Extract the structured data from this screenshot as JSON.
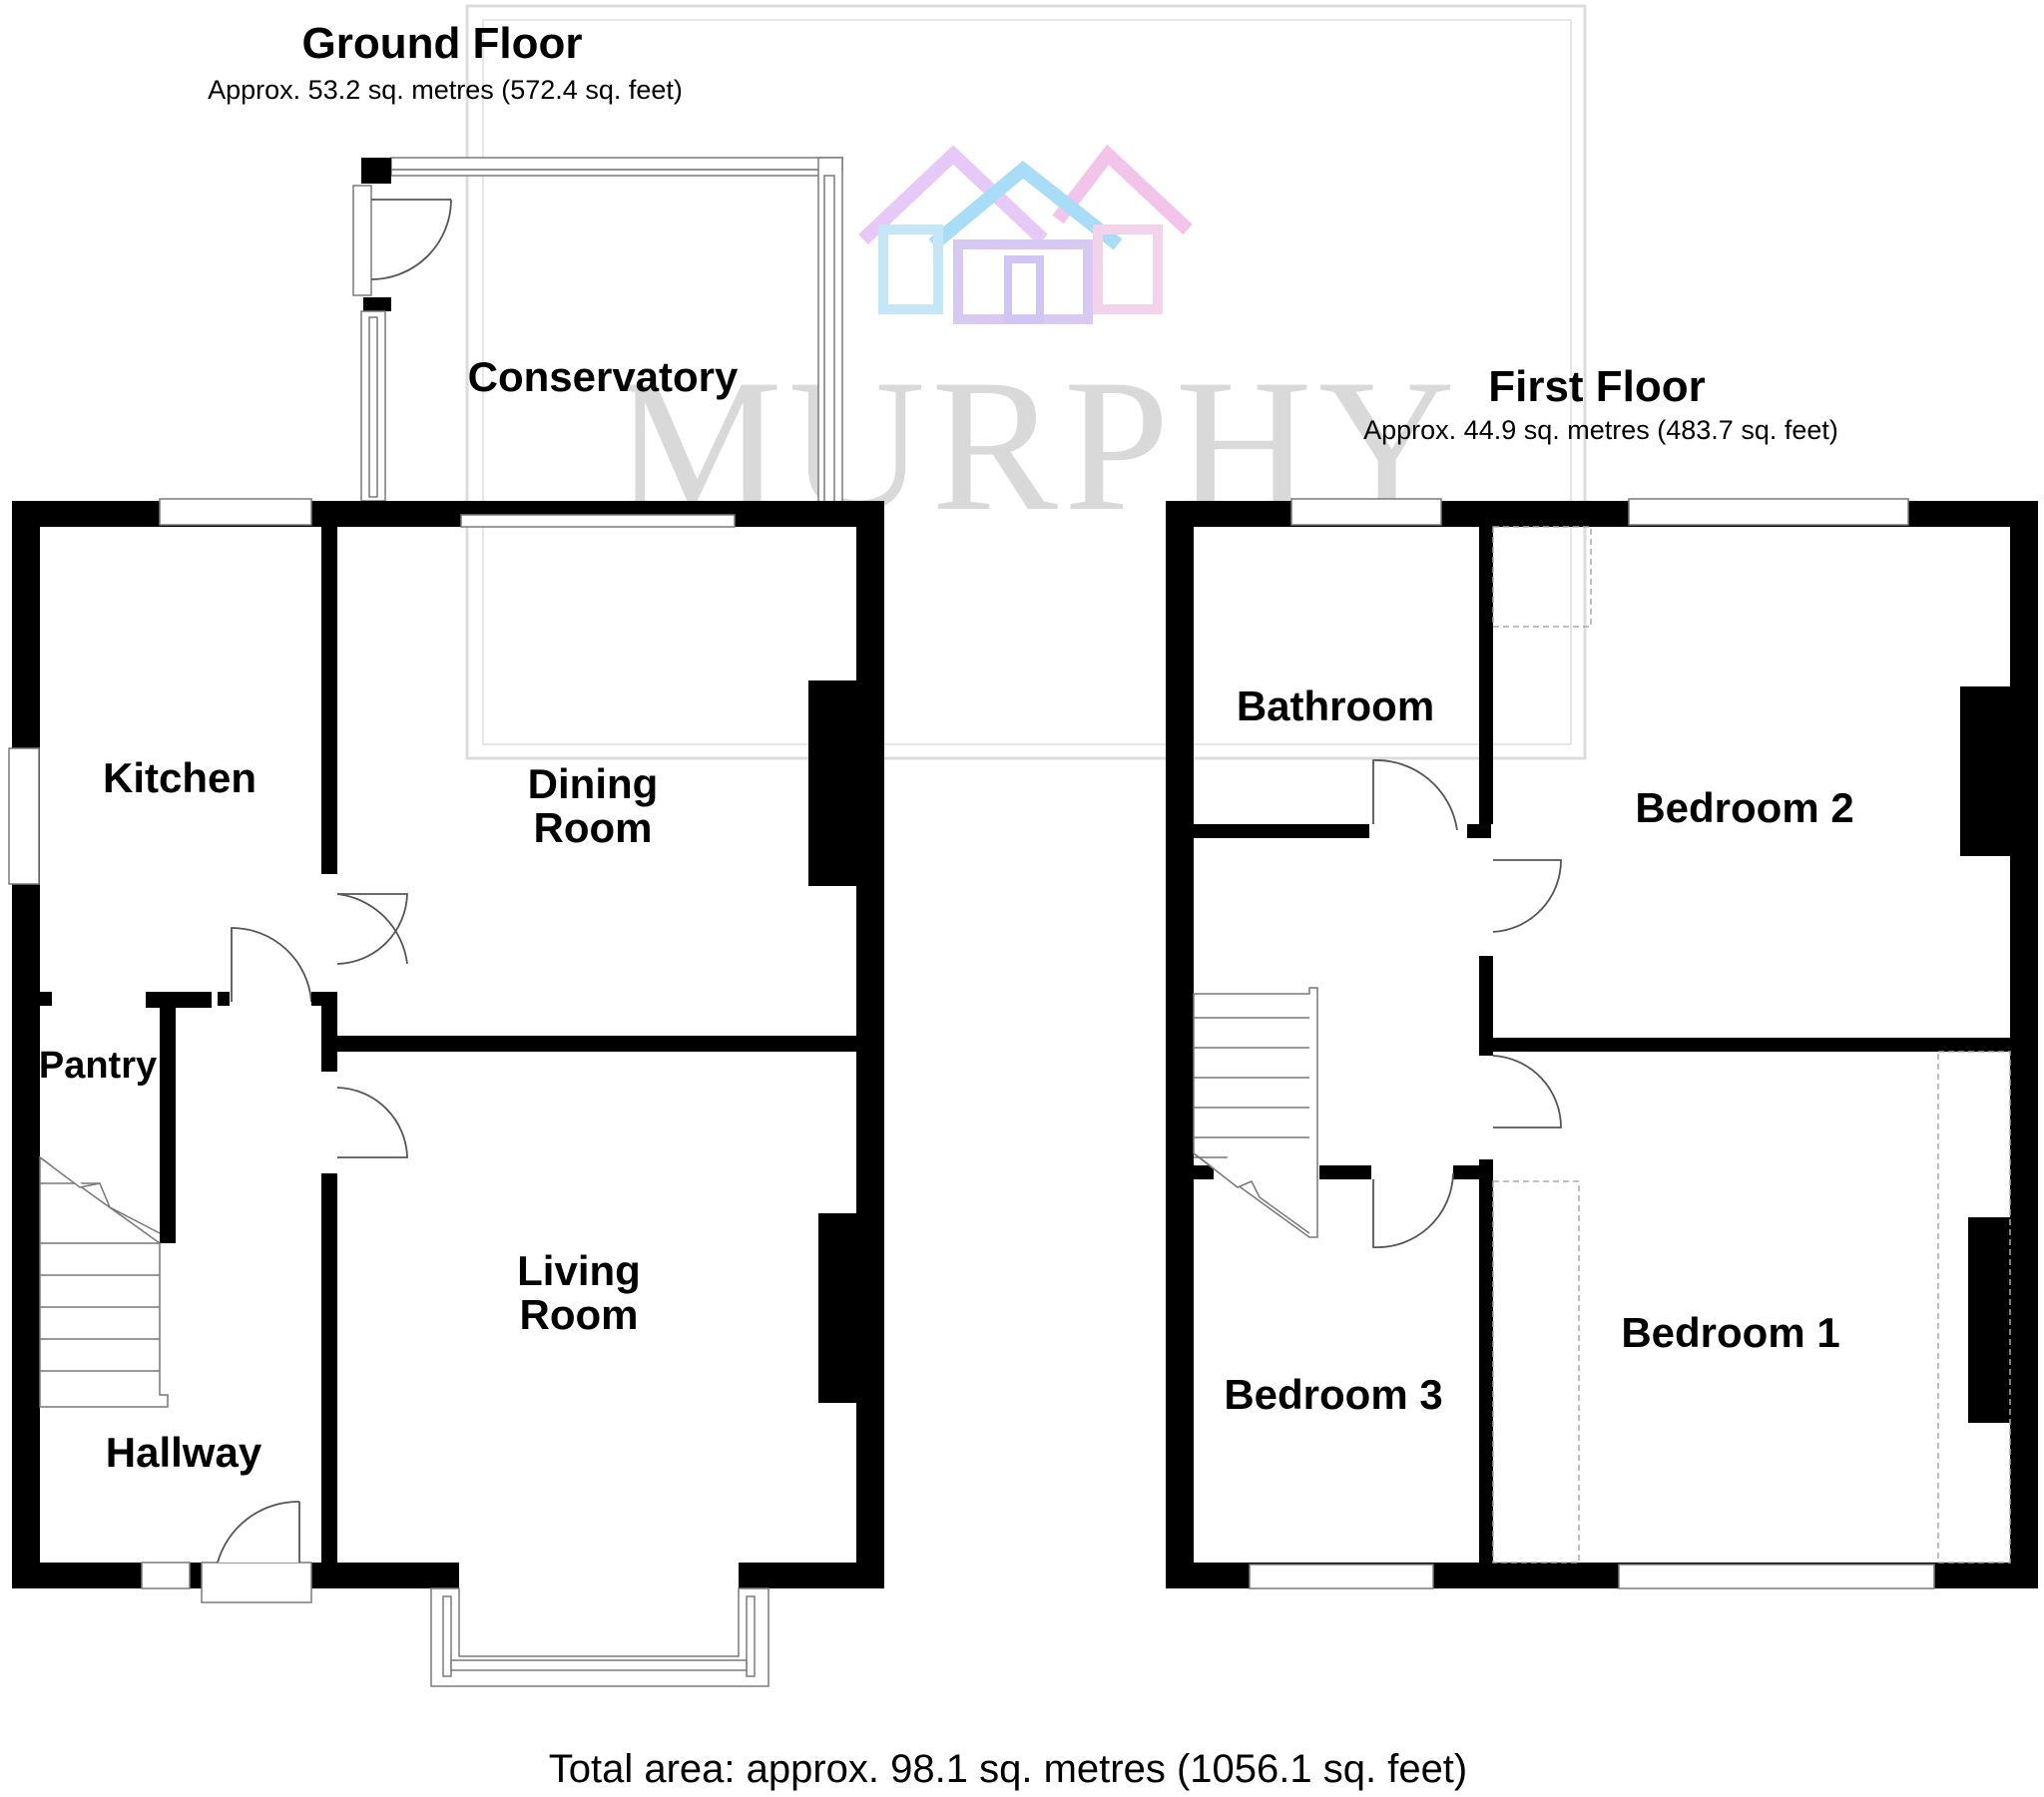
{
  "watermark": {
    "brand_text": "MURPHY",
    "logo_icon": "three-houses-logo-icon",
    "logo_colors": [
      "#c9a5f0",
      "#8fd0f2",
      "#f0a5de"
    ]
  },
  "ground_floor": {
    "title": "Ground Floor",
    "area": "Approx. 53.2 sq. metres (572.4 sq. feet)",
    "rooms": {
      "conservatory": "Conservatory",
      "kitchen": "Kitchen",
      "dining_line1": "Dining",
      "dining_line2": "Room",
      "pantry": "Pantry",
      "living_line1": "Living",
      "living_line2": "Room",
      "hallway": "Hallway"
    }
  },
  "first_floor": {
    "title": "First Floor",
    "area": "Approx. 44.9 sq. metres (483.7 sq. feet)",
    "rooms": {
      "bathroom": "Bathroom",
      "bedroom2": "Bedroom 2",
      "bedroom3": "Bedroom 3",
      "bedroom1": "Bedroom 1"
    }
  },
  "total_area": "Total area: approx. 98.1 sq. metres (1056.1 sq. feet)"
}
